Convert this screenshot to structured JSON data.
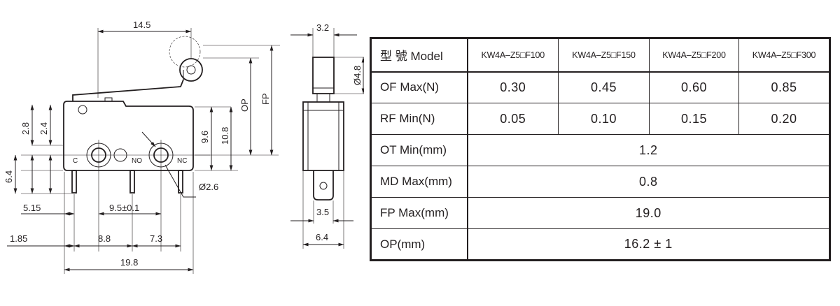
{
  "drawing": {
    "dims": {
      "d_14_5": "14.5",
      "d_3_2": "3.2",
      "d_dia4_8": "Ø4.8",
      "d_op": "OP",
      "d_fp": "FP",
      "d_2_8": "2.8",
      "d_2_4": "2.4",
      "d_9_6": "9.6",
      "d_10_8": "10.8",
      "d_6_4_left": "6.4",
      "d_dia2_6": "Ø2.6",
      "d_5_15": "5.15",
      "d_9_5": "9.5±0.1",
      "d_3_5": "3.5",
      "d_1_85": "1.85",
      "d_8_8": "8.8",
      "d_7_3": "7.3",
      "d_6_4_bottom": "6.4",
      "d_19_8": "19.8"
    },
    "terminals": {
      "c": "C",
      "no": "NO",
      "nc": "NC"
    }
  },
  "table": {
    "header": {
      "label": "型 號 Model",
      "models": [
        "KW4A–Z5□F100",
        "KW4A–Z5□F150",
        "KW4A–Z5□F200",
        "KW4A–Z5□F300"
      ]
    },
    "rows": [
      {
        "label": "OF Max(N)",
        "values": [
          "0.30",
          "0.45",
          "0.60",
          "0.85"
        ]
      },
      {
        "label": "RF Min(N)",
        "values": [
          "0.05",
          "0.10",
          "0.15",
          "0.20"
        ]
      }
    ],
    "merged_rows": [
      {
        "label": "OT Min(mm)",
        "value": "1.2"
      },
      {
        "label": "MD Max(mm)",
        "value": "0.8"
      },
      {
        "label": "FP Max(mm)",
        "value": "19.0"
      },
      {
        "label": "OP(mm)",
        "value": "16.2 ± 1"
      }
    ]
  }
}
